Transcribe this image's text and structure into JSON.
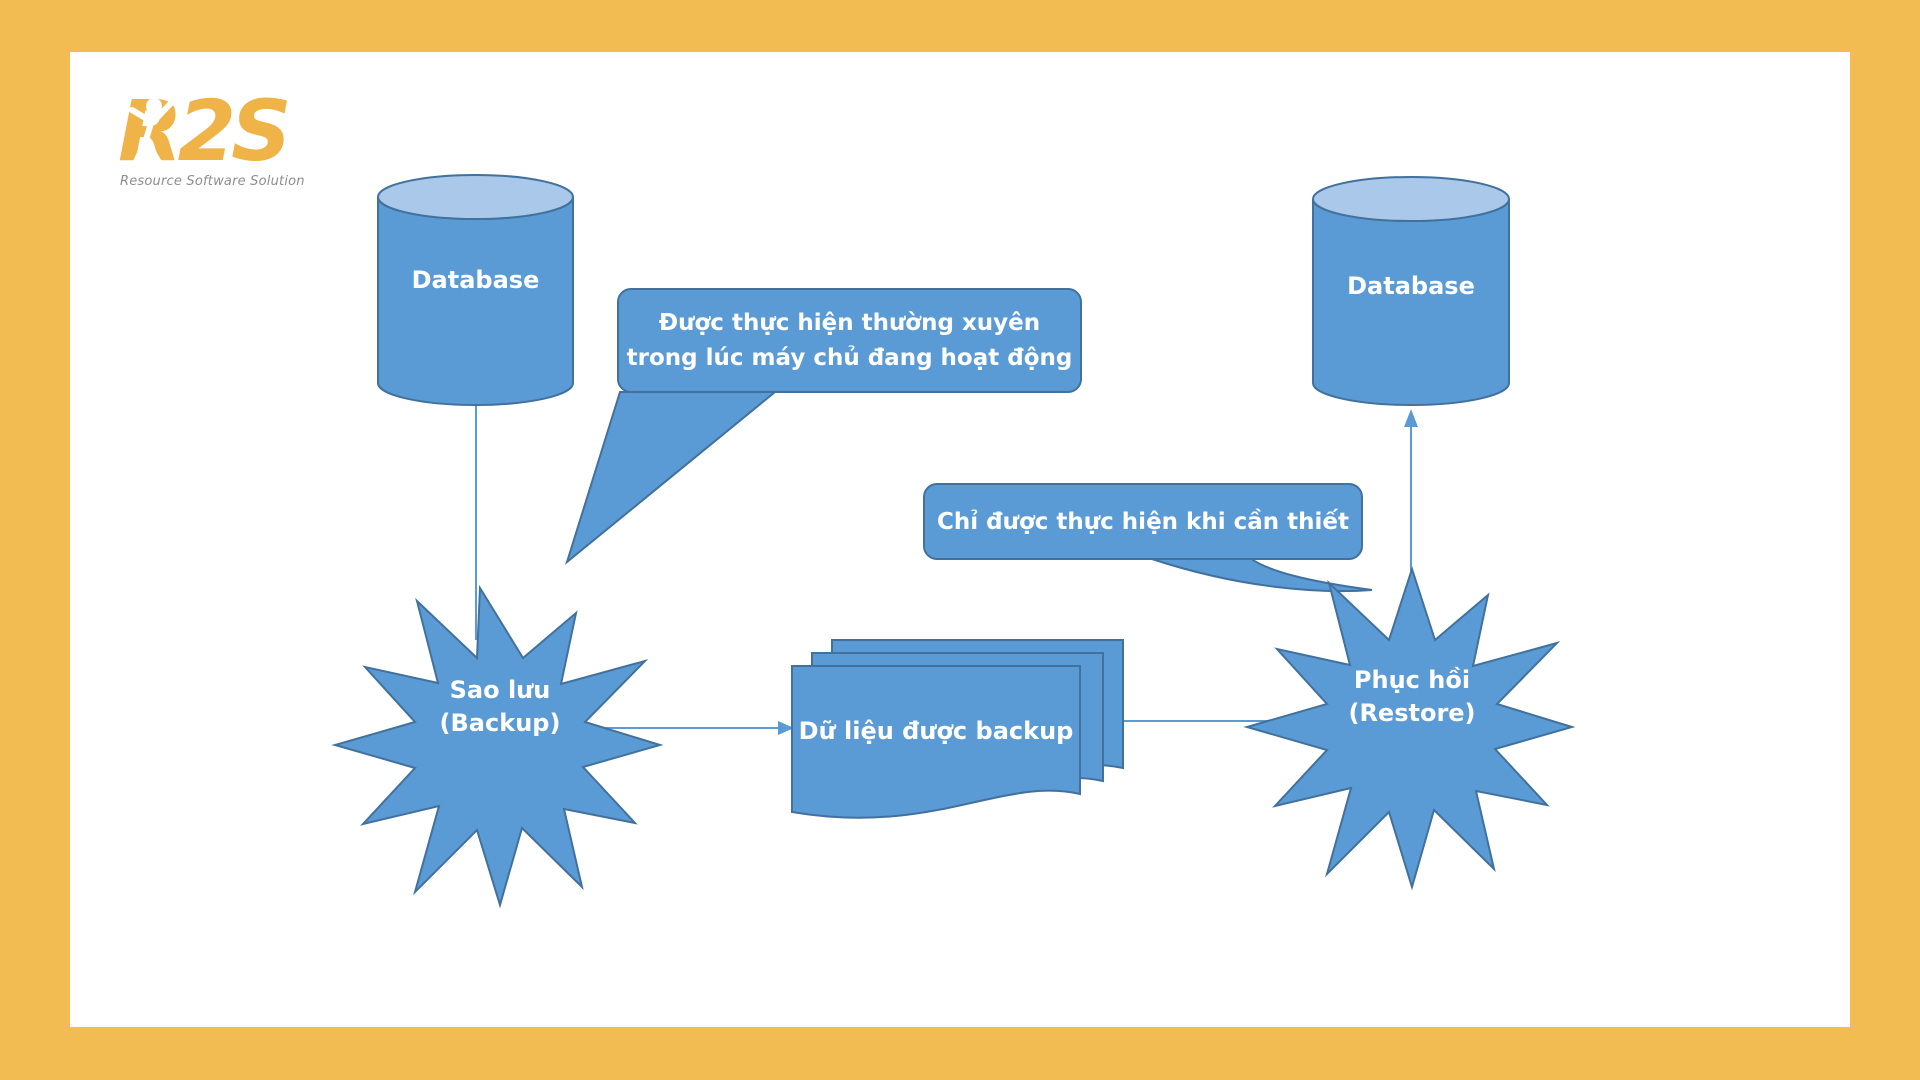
{
  "page": {
    "background_color": "#F2BC52",
    "panel_color": "#FFFFFF"
  },
  "logo": {
    "text": "R2S",
    "tagline": "Resource Software Solution",
    "color": "#EFB347",
    "tagline_color": "#8E8E8E"
  },
  "palette": {
    "shape_fill": "#5B9BD5",
    "shape_border": "#41719C",
    "cylinder_top_fill": "#A9C8EA",
    "connector_color": "#5B9BD5",
    "label_color": "#FFFFFF"
  },
  "nodes": {
    "database_left": {
      "label": "Database",
      "shape": "cylinder"
    },
    "database_right": {
      "label": "Database",
      "shape": "cylinder"
    },
    "backup": {
      "lines": [
        "Sao lưu",
        "(Backup)"
      ],
      "shape": "explosion-star"
    },
    "restore": {
      "lines": [
        "Phục hồi",
        "(Restore)"
      ],
      "shape": "explosion-star"
    },
    "backup_data": {
      "label": "Dữ liệu được backup",
      "shape": "multi-document"
    }
  },
  "callouts": {
    "frequent": {
      "lines": [
        "Được thực hiện thường xuyên",
        "trong lúc máy chủ đang hoạt động"
      ]
    },
    "on_demand": {
      "text": "Chỉ được thực hiện khi cần thiết"
    }
  }
}
